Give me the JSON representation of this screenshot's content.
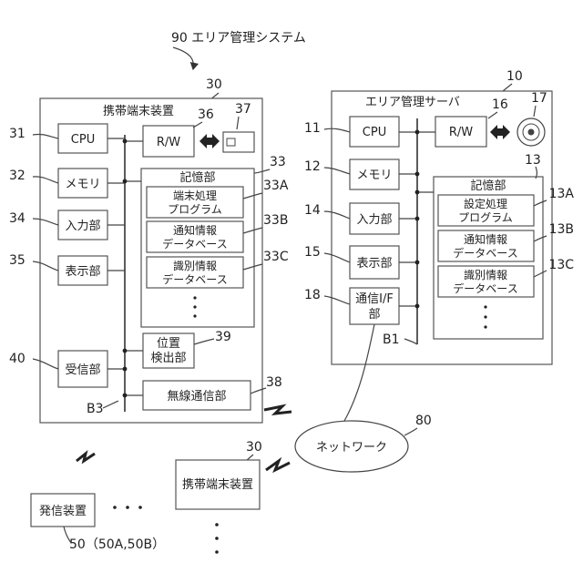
{
  "system": {
    "label": "90 エリア管理システム"
  },
  "mobile_top": {
    "ref": "30",
    "title": "携帯端末装置",
    "cpu": {
      "ref": "31",
      "label": "CPU"
    },
    "memory": {
      "ref": "32",
      "label": "メモリ"
    },
    "input": {
      "ref": "34",
      "label": "入力部"
    },
    "display": {
      "ref": "35",
      "label": "表示部"
    },
    "receiver": {
      "ref": "40",
      "label": "受信部"
    },
    "rw": {
      "ref": "36",
      "label": "R/W"
    },
    "media_ref": "37",
    "storage": {
      "ref": "33",
      "title": "記憶部",
      "db1": {
        "ref": "33A",
        "line1": "端末処理",
        "line2": "プログラム"
      },
      "db2": {
        "ref": "33B",
        "line1": "通知情報",
        "line2": "データベース"
      },
      "db3": {
        "ref": "33C",
        "line1": "識別情報",
        "line2": "データベース"
      }
    },
    "position": {
      "ref": "39",
      "line1": "位置",
      "line2": "検出部"
    },
    "wireless": {
      "ref": "38",
      "label": "無線通信部"
    },
    "bus_ref": "B3"
  },
  "server": {
    "ref": "10",
    "title": "エリア管理サーバ",
    "cpu": {
      "ref": "11",
      "label": "CPU"
    },
    "memory": {
      "ref": "12",
      "label": "メモリ"
    },
    "input": {
      "ref": "14",
      "label": "入力部"
    },
    "display": {
      "ref": "15",
      "label": "表示部"
    },
    "comm": {
      "ref": "18",
      "line1": "通信I/F",
      "line2": "部"
    },
    "rw": {
      "ref": "16",
      "label": "R/W"
    },
    "disc_ref": "17",
    "storage": {
      "ref": "13",
      "title": "記憶部",
      "db1": {
        "ref": "13A",
        "line1": "設定処理",
        "line2": "プログラム"
      },
      "db2": {
        "ref": "13B",
        "line1": "通知情報",
        "line2": "データベース"
      },
      "db3": {
        "ref": "13C",
        "line1": "識別情報",
        "line2": "データベース"
      }
    },
    "bus_ref": "B1"
  },
  "network": {
    "ref": "80",
    "label": "ネットワーク"
  },
  "mobile_bottom": {
    "ref": "30",
    "title": "携帯端末装置"
  },
  "transmitter": {
    "label": "発信装置",
    "ref": "50（50A,50B）"
  }
}
